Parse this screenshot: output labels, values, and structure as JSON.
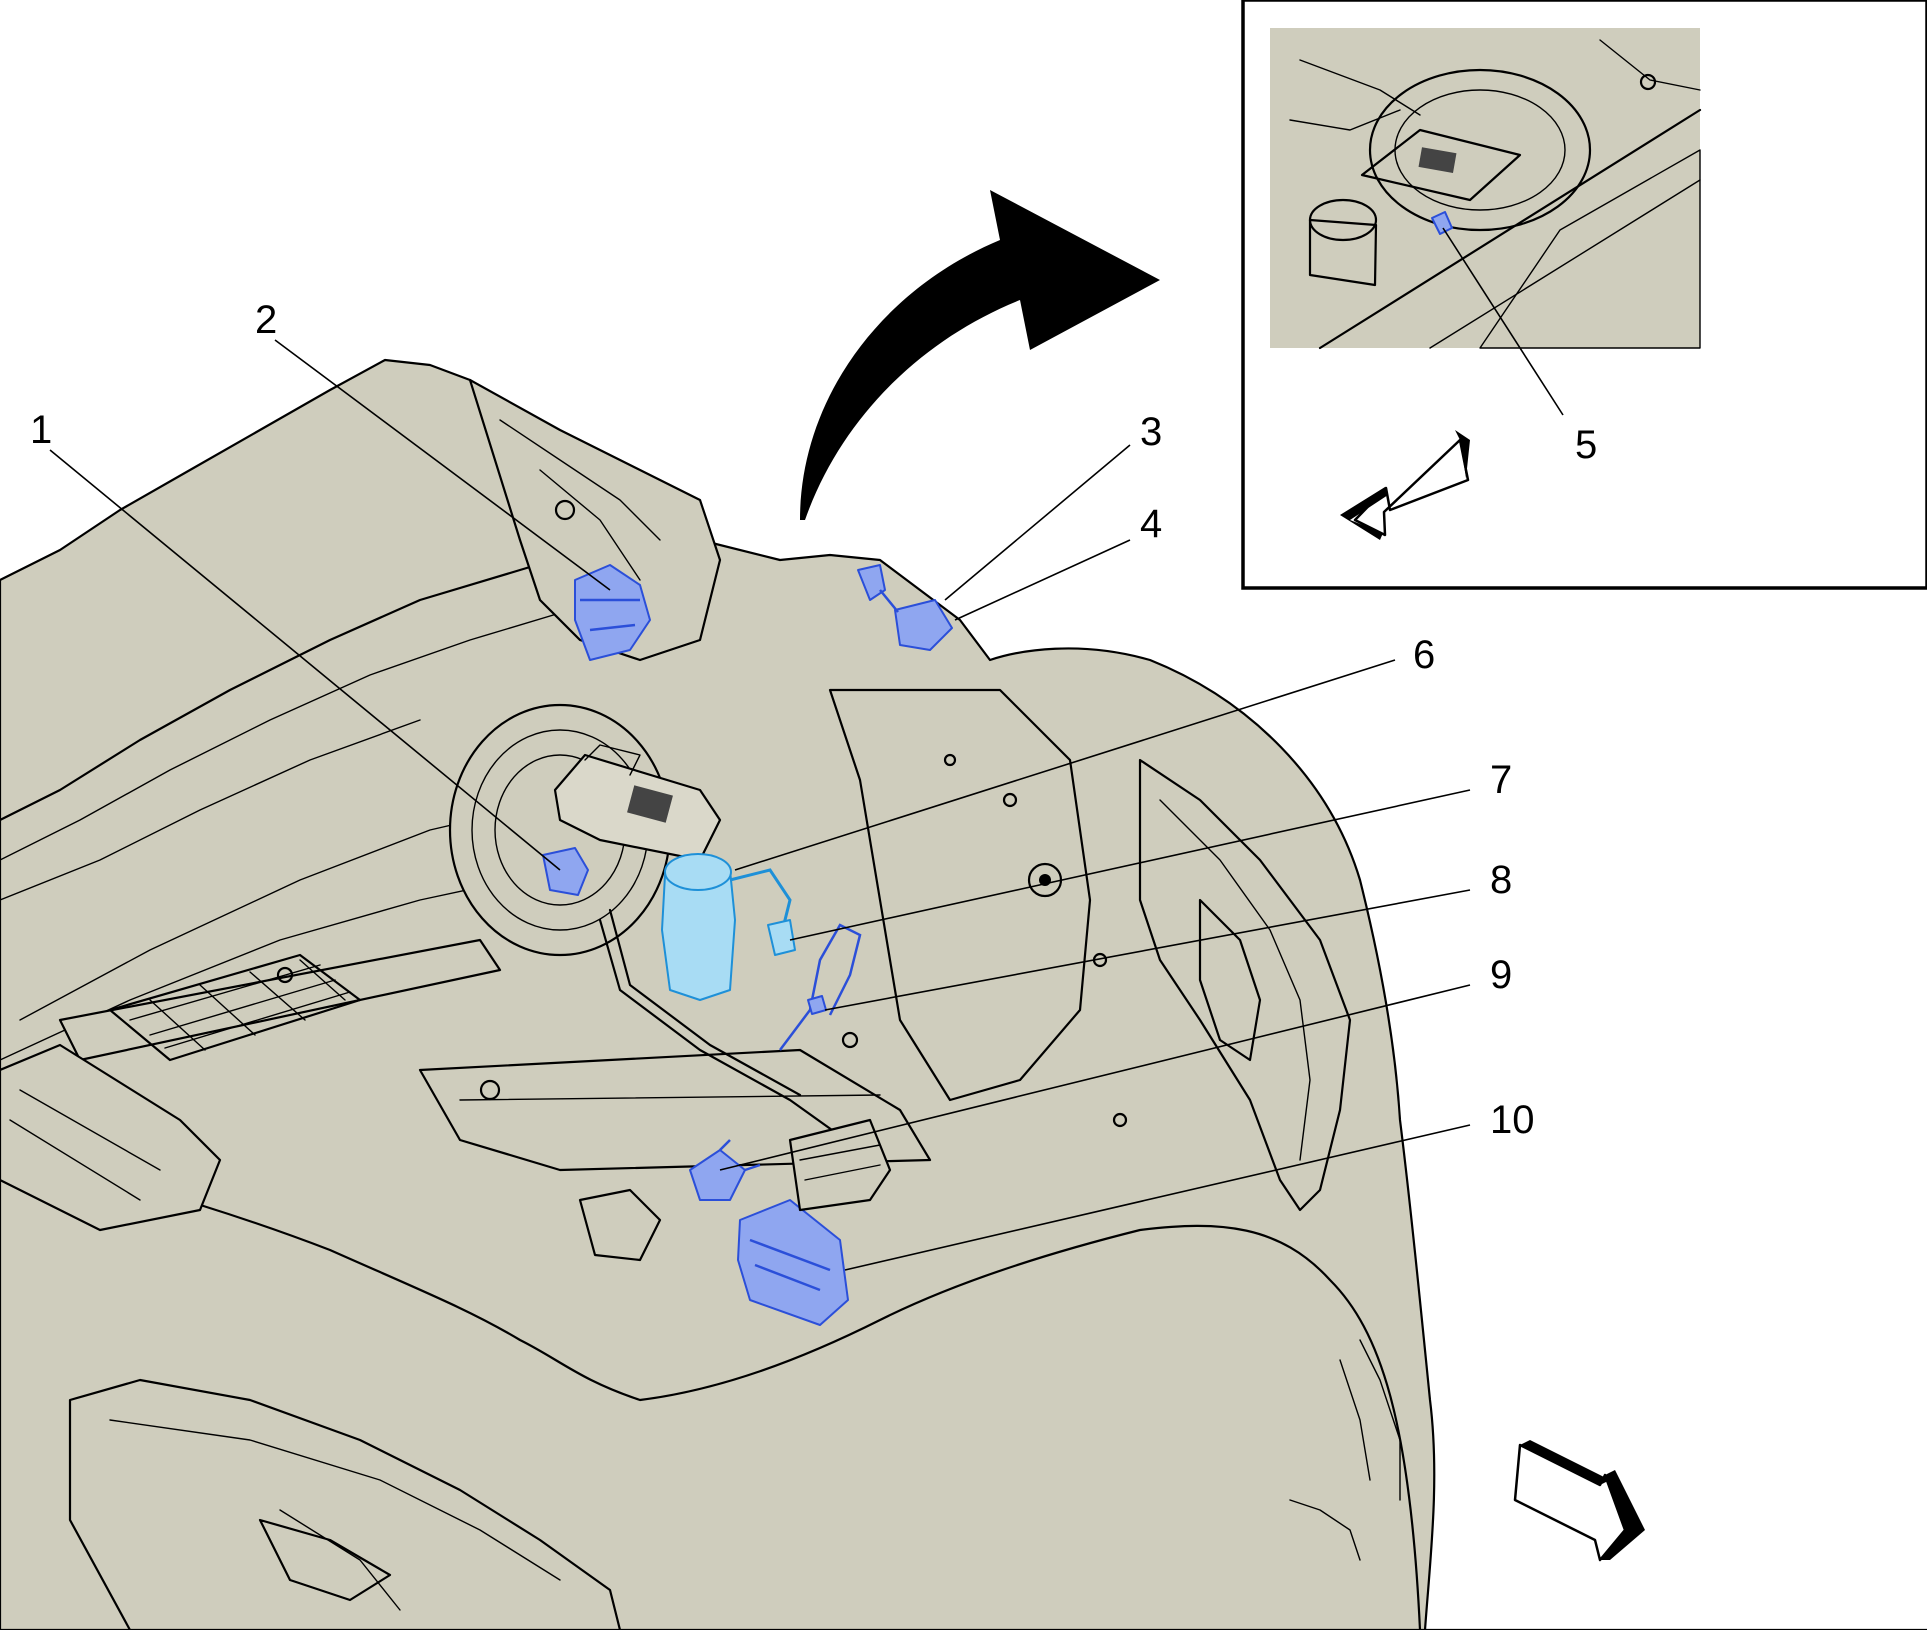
{
  "colors": {
    "component_fill": "#cfcdbd",
    "highlight_blue": "#8fa6f0",
    "highlight_cyan": "#a8dcf4",
    "line": "#000000",
    "background": "#ffffff"
  },
  "callouts": [
    {
      "id": "1",
      "label": "1"
    },
    {
      "id": "2",
      "label": "2"
    },
    {
      "id": "3",
      "label": "3"
    },
    {
      "id": "4",
      "label": "4"
    },
    {
      "id": "5",
      "label": "5"
    },
    {
      "id": "6",
      "label": "6"
    },
    {
      "id": "7",
      "label": "7"
    },
    {
      "id": "8",
      "label": "8"
    },
    {
      "id": "9",
      "label": "9"
    },
    {
      "id": "10",
      "label": "10"
    }
  ],
  "icons": {
    "view_arrow": "curved-arrow-icon",
    "inset_direction": "front-direction-arrow-icon",
    "main_direction": "front-direction-arrow-icon"
  }
}
